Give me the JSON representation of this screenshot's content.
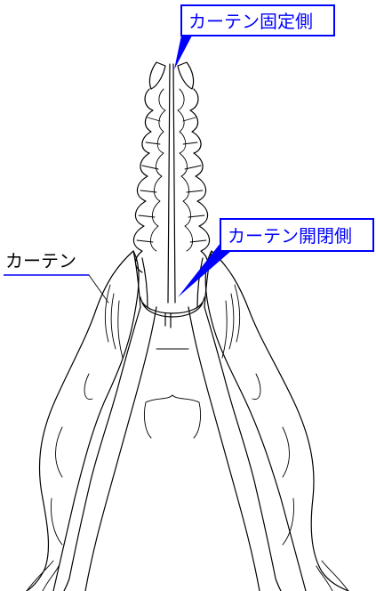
{
  "labels": {
    "fixed_side": "カーテン固定側",
    "open_close_side": "カーテン開閉側",
    "curtain": "カーテン"
  },
  "colors": {
    "callout_border": "#0000ff",
    "callout_text": "#0000ff",
    "leader_fill": "#0000ff",
    "curtain_underline": "#0000ff",
    "line_art": "#000000",
    "background": "#ffffff"
  }
}
